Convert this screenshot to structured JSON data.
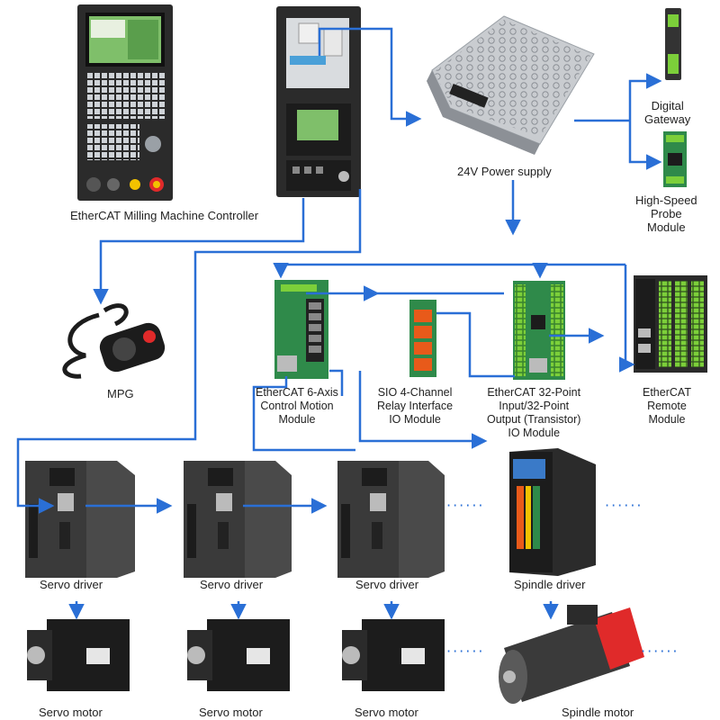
{
  "labels": {
    "controller": "EtherCAT Milling Machine Controller",
    "power_supply": "24V Power supply",
    "digital_gateway": [
      "Digital",
      "Gateway"
    ],
    "probe_module": [
      "High-Speed",
      "Probe",
      "Module"
    ],
    "mpg": "MPG",
    "motion_module": [
      "EtherCAT 6-Axis",
      "Control Motion",
      "Module"
    ],
    "relay_module": [
      "SIO 4-Channel",
      "Relay Interface",
      "IO Module"
    ],
    "io_module": [
      "EtherCAT 32-Point",
      "Input/32-Point",
      "Output (Transistor)",
      "IO Module"
    ],
    "remote_module": [
      "EtherCAT",
      "Remote",
      "Module"
    ],
    "servo_driver_1": "Servo driver",
    "servo_driver_2": "Servo driver",
    "servo_driver_3": "Servo driver",
    "spindle_driver": "Spindle driver",
    "servo_motor_1": "Servo motor",
    "servo_motor_2": "Servo motor",
    "servo_motor_3": "Servo motor",
    "spindle_motor": "Spindle motor",
    "ellipsis": "······"
  },
  "colors": {
    "wire": "#2a6fd6",
    "panel_dark": "#2b2b2b",
    "screen_green": "#7fbf6a",
    "pcb_green": "#2f8a4a",
    "terminal_green": "#7ccf3a",
    "driver_gray": "#4a4a4a",
    "spindle_red": "#e02a2a",
    "psu_silver": "#c9ccd0"
  }
}
